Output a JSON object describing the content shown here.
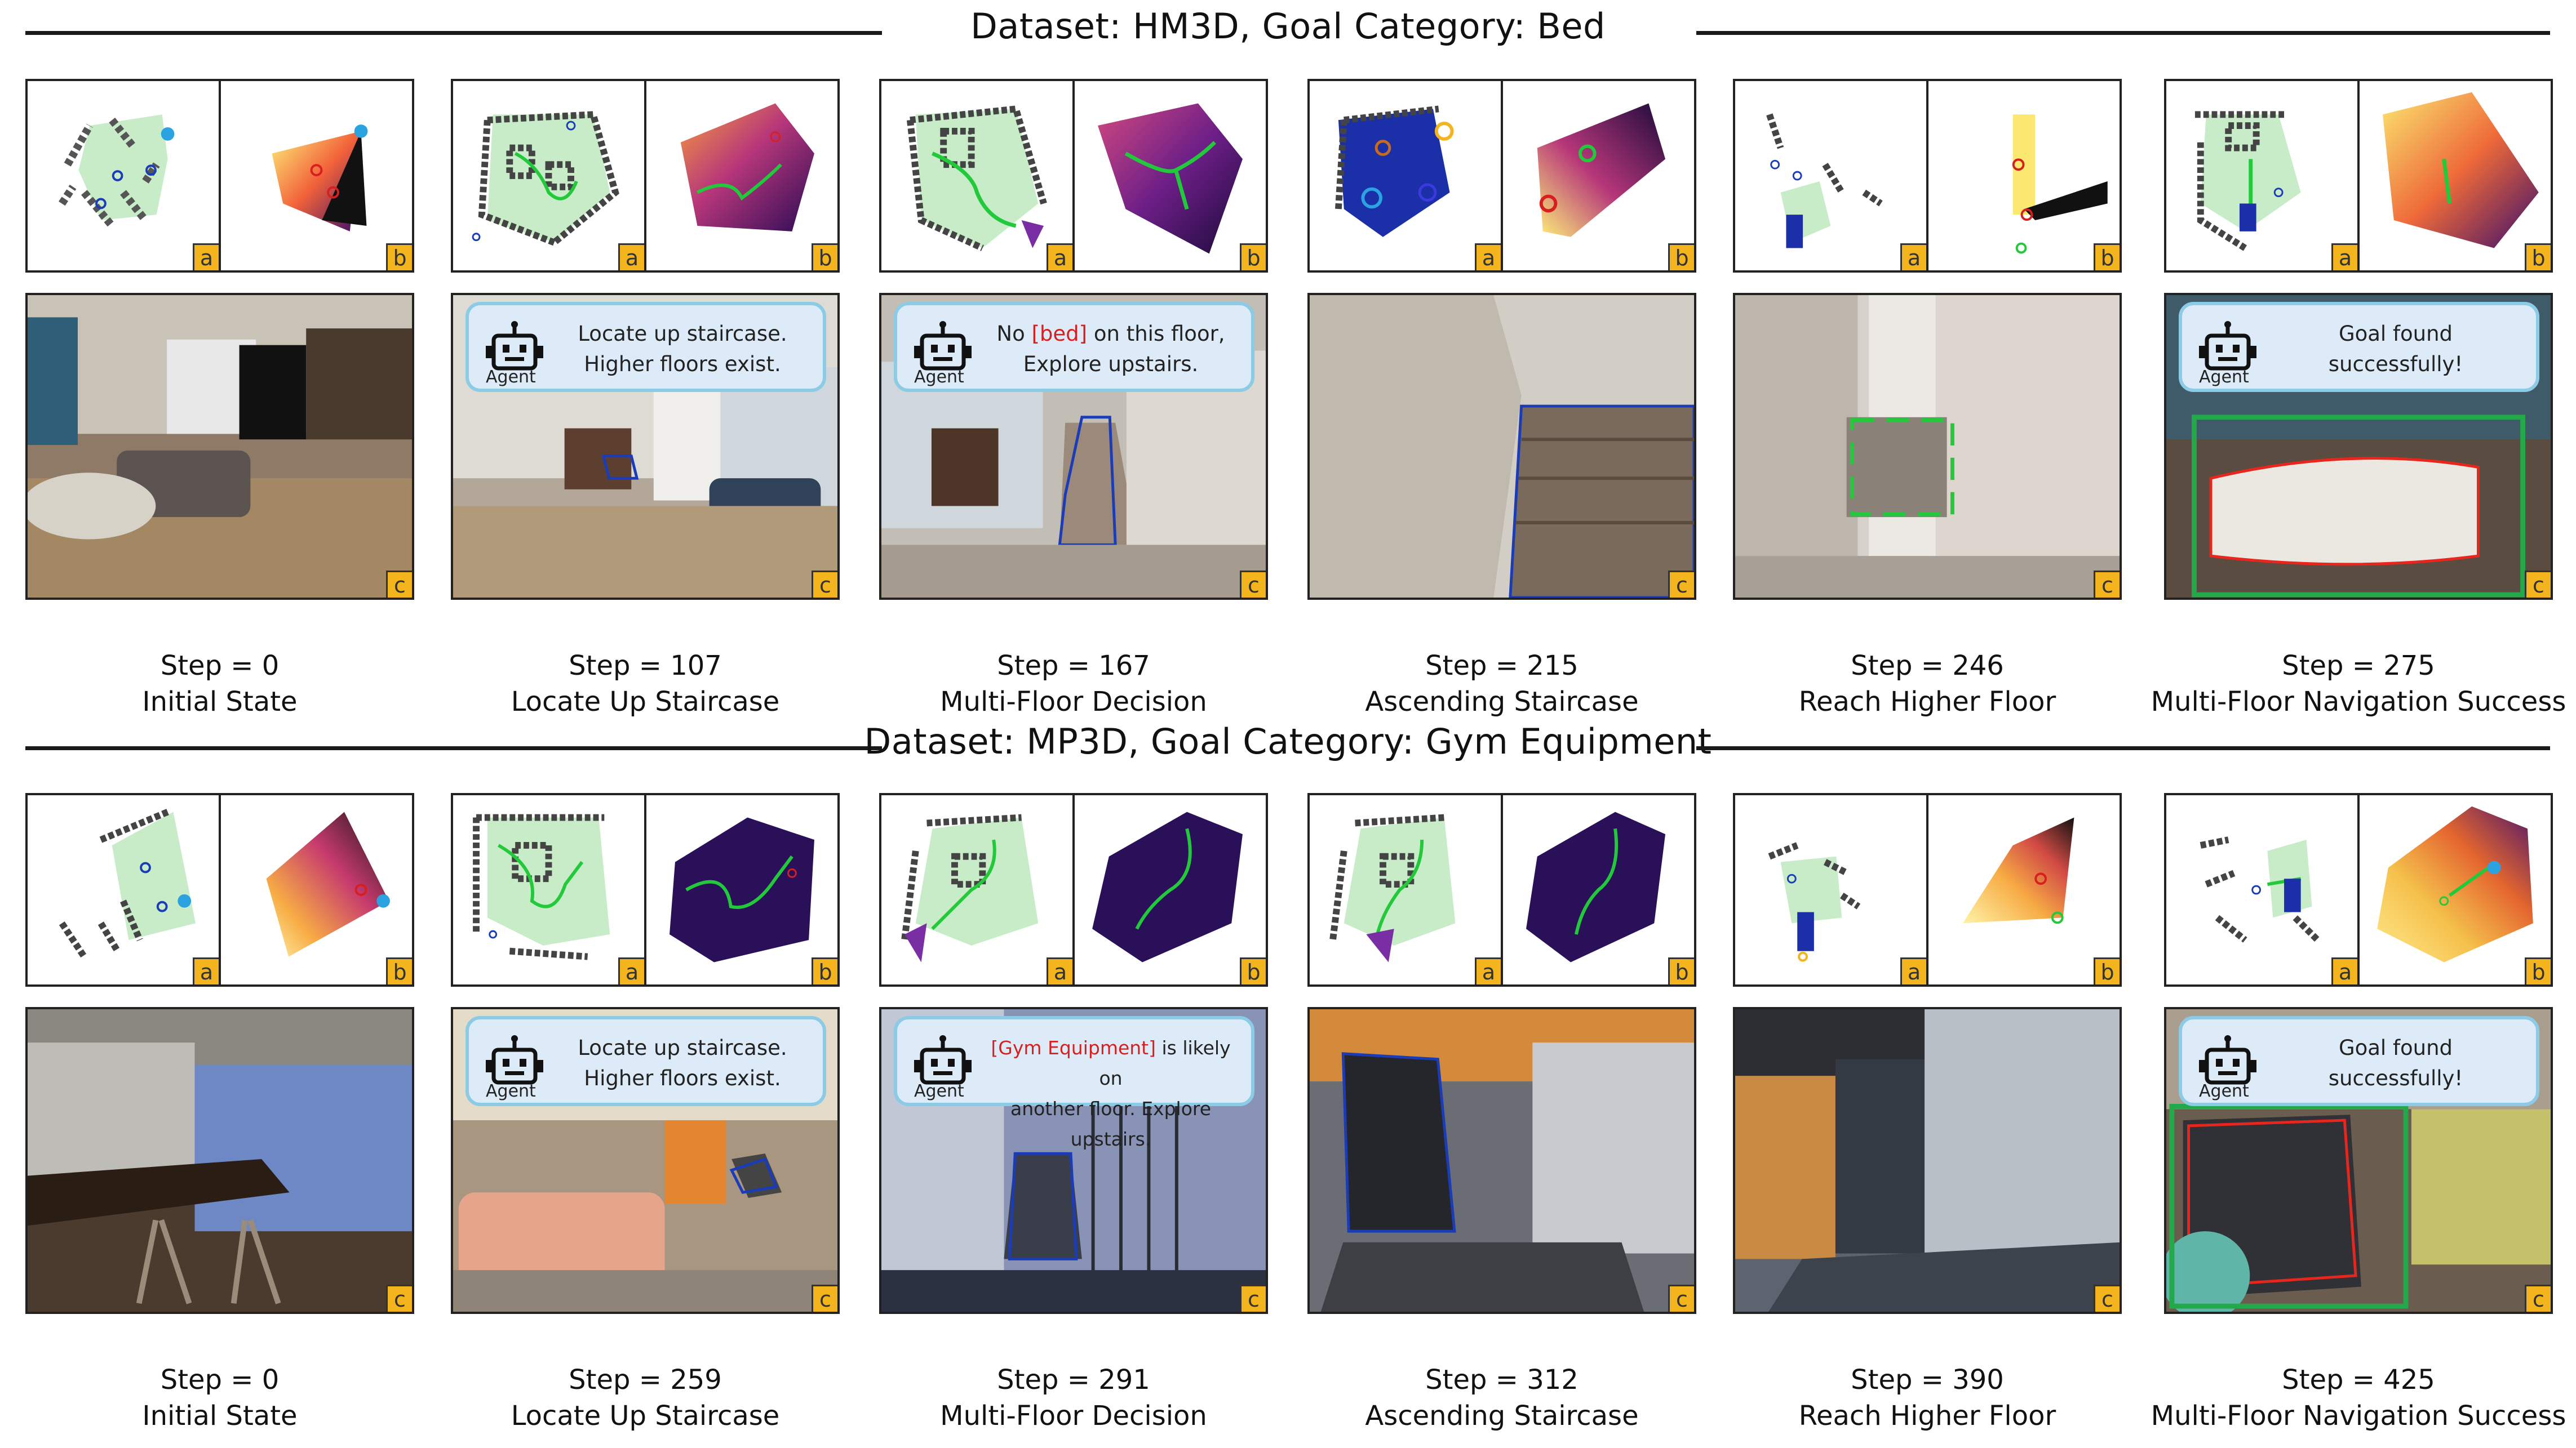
{
  "sections": [
    {
      "title": "Dataset: HM3D, Goal Category: Bed",
      "panels": [
        {
          "step": "Step = 0",
          "label": "Initial State",
          "bubble": null
        },
        {
          "step": "Step = 107",
          "label": "Locate Up Staircase",
          "bubble": {
            "agent": "Agent",
            "line1": "Locate up staircase.",
            "line2": "Higher floors exist."
          }
        },
        {
          "step": "Step = 167",
          "label": "Multi-Floor Decision",
          "bubble": {
            "agent": "Agent",
            "pre": "No ",
            "hl": "[bed]",
            "post": " on this floor,",
            "line2": "Explore upstairs."
          }
        },
        {
          "step": "Step = 215",
          "label": "Ascending Staircase",
          "bubble": null
        },
        {
          "step": "Step = 246",
          "label": "Reach Higher Floor",
          "bubble": null
        },
        {
          "step": "Step = 275",
          "label": "Multi-Floor Navigation Success",
          "bubble": {
            "agent": "Agent",
            "line1": "Goal found",
            "line2": "successfully!"
          }
        }
      ]
    },
    {
      "title": "Dataset: MP3D, Goal Category: Gym Equipment",
      "panels": [
        {
          "step": "Step = 0",
          "label": "Initial State",
          "bubble": null
        },
        {
          "step": "Step = 259",
          "label": "Locate Up Staircase",
          "bubble": {
            "agent": "Agent",
            "line1": "Locate up staircase.",
            "line2": "Higher floors exist."
          }
        },
        {
          "step": "Step = 291",
          "label": "Multi-Floor Decision",
          "bubble": {
            "agent": "Agent",
            "pre": "",
            "hl": "[Gym Equipment]",
            "post": " is likely on",
            "line2": "another floor. Explore upstairs."
          }
        },
        {
          "step": "Step = 312",
          "label": "Ascending Staircase",
          "bubble": null
        },
        {
          "step": "Step = 390",
          "label": "Reach Higher Floor",
          "bubble": null
        },
        {
          "step": "Step = 425",
          "label": "Multi-Floor Navigation Success",
          "bubble": {
            "agent": "Agent",
            "line1": "Goal found",
            "line2": "successfully!"
          }
        }
      ]
    }
  ],
  "tags": {
    "a": "a",
    "b": "b",
    "c": "c"
  },
  "colors": {
    "tag": "#f3b41d",
    "bubble_bg": "#dcebf7",
    "bubble_border": "#8ccbe6",
    "highlight": "#d81f1f",
    "path": "#22c93a",
    "free_space": "#c9ecc8"
  },
  "icons": {
    "agent": "robot-icon"
  }
}
